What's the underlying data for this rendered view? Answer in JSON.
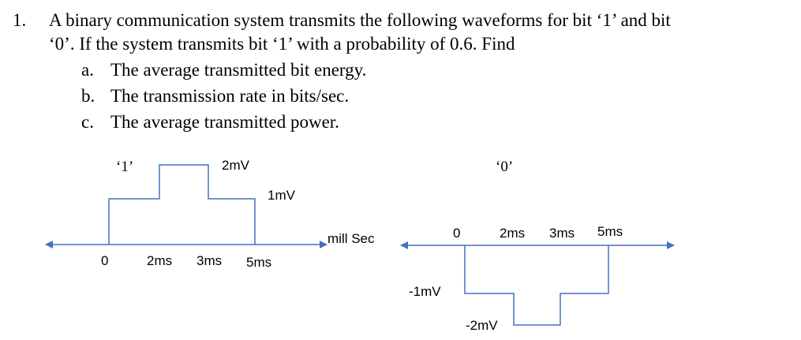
{
  "problem": {
    "number": "1.",
    "line1": "A binary communication system transmits the following waveforms for bit ‘1’ and  bit",
    "line2": "‘0’. If the system transmits bit ‘1’ with a probability of 0.6. Find",
    "parts": [
      {
        "marker": "a.",
        "text": "The average transmitted bit energy."
      },
      {
        "marker": "b.",
        "text": "The transmission rate in bits/sec."
      },
      {
        "marker": "c.",
        "text": "The average transmitted power."
      }
    ]
  },
  "waveform_one": {
    "bit_label": "‘1’",
    "peak_label": "2mV",
    "step_label": "1mV",
    "origin_label": "0",
    "time_labels": [
      "2ms",
      "3ms",
      "5ms"
    ],
    "axis_unit": "mill Sec",
    "segments_ms": [
      [
        0,
        2,
        1
      ],
      [
        2,
        3,
        2
      ],
      [
        3,
        5,
        1
      ]
    ]
  },
  "waveform_zero": {
    "bit_label": "‘0’",
    "origin_label": "0",
    "time_labels": [
      "2ms",
      "3ms",
      "5ms"
    ],
    "neg_one_label": "-1mV",
    "neg_two_label": "-2mV",
    "segments_ms": [
      [
        0,
        2,
        -1
      ],
      [
        2,
        3,
        -2
      ],
      [
        3,
        5,
        -1
      ]
    ]
  },
  "colors": {
    "line": "#4472c4",
    "text": "#000000"
  }
}
